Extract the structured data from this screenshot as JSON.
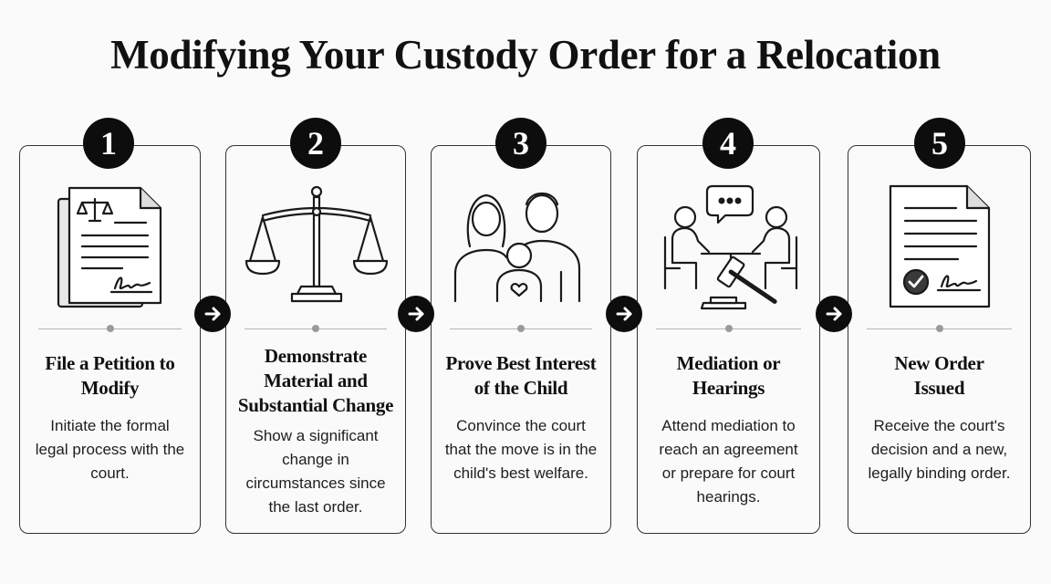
{
  "title": "Modifying Your Custody Order for a Relocation",
  "steps": [
    {
      "number": "1",
      "title": "File a Petition to Modify",
      "description": "Initiate the formal legal process with the court.",
      "icon": "legal-document-icon"
    },
    {
      "number": "2",
      "title": "Demonstrate Material and Substantial Change",
      "description": "Show a significant change in circumstances since the last order.",
      "icon": "scales-of-justice-icon"
    },
    {
      "number": "3",
      "title": "Prove Best Interest of the Child",
      "description": "Convince the court that the move is in the child's best welfare.",
      "icon": "family-icon"
    },
    {
      "number": "4",
      "title": "Mediation or Hearings",
      "description": "Attend mediation to reach an agreement or prepare for court hearings.",
      "icon": "mediation-gavel-icon"
    },
    {
      "number": "5",
      "title": "New Order Issued",
      "description": "Receive the court's decision and a new, legally binding order.",
      "icon": "approved-document-icon"
    }
  ],
  "connector_icon": "arrow-right-icon"
}
